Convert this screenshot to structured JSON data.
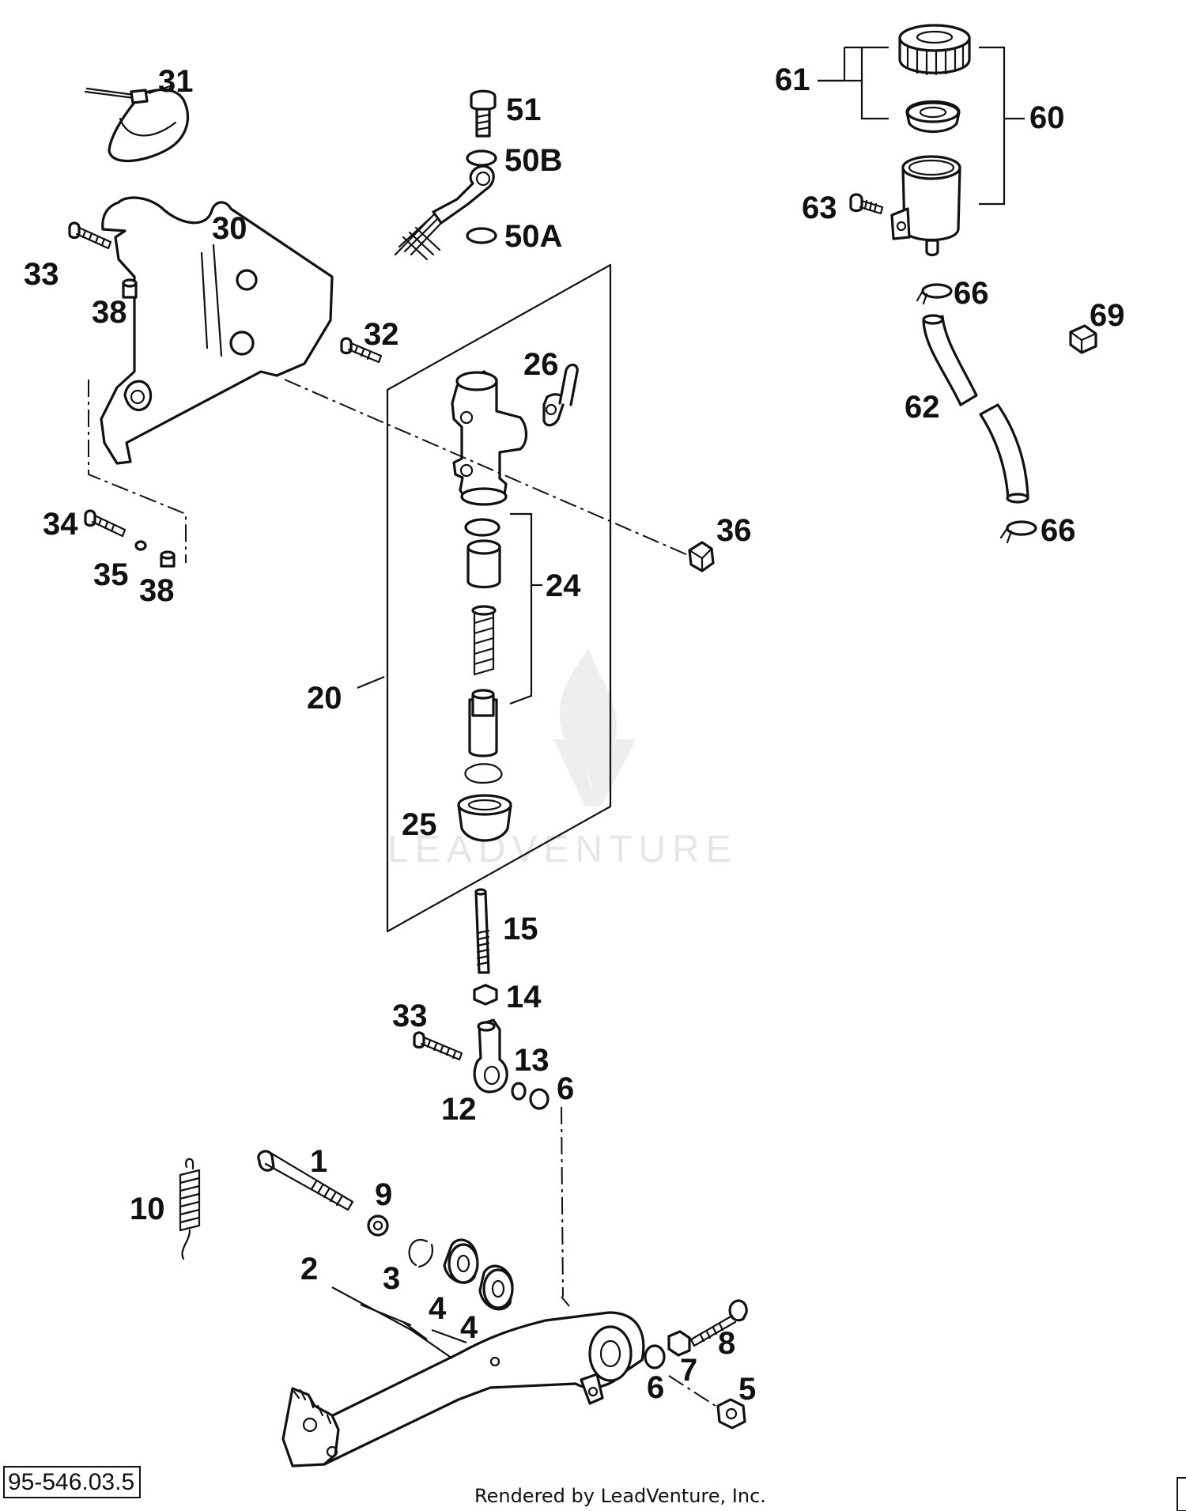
{
  "diagram": {
    "code": "95-546.03.5",
    "credit": "Rendered by LeadVenture, Inc.",
    "watermark": "LEADVENTURE"
  },
  "callouts": {
    "c1": "1",
    "c2": "2",
    "c3": "3",
    "c4a": "4",
    "c4b": "4",
    "c5": "5",
    "c6a": "6",
    "c6b": "6",
    "c7": "7",
    "c8": "8",
    "c9": "9",
    "c10": "10",
    "c12": "12",
    "c13": "13",
    "c14": "14",
    "c15": "15",
    "c20": "20",
    "c24": "24",
    "c25": "25",
    "c26": "26",
    "c30": "30",
    "c31": "31",
    "c32": "32",
    "c33a": "33",
    "c33b": "33",
    "c34": "34",
    "c35": "35",
    "c36": "36",
    "c38a": "38",
    "c38b": "38",
    "c50a": "50A",
    "c50b": "50B",
    "c51": "51",
    "c60": "60",
    "c61": "61",
    "c62": "62",
    "c63": "63",
    "c66a": "66",
    "c66b": "66",
    "c69": "69"
  }
}
